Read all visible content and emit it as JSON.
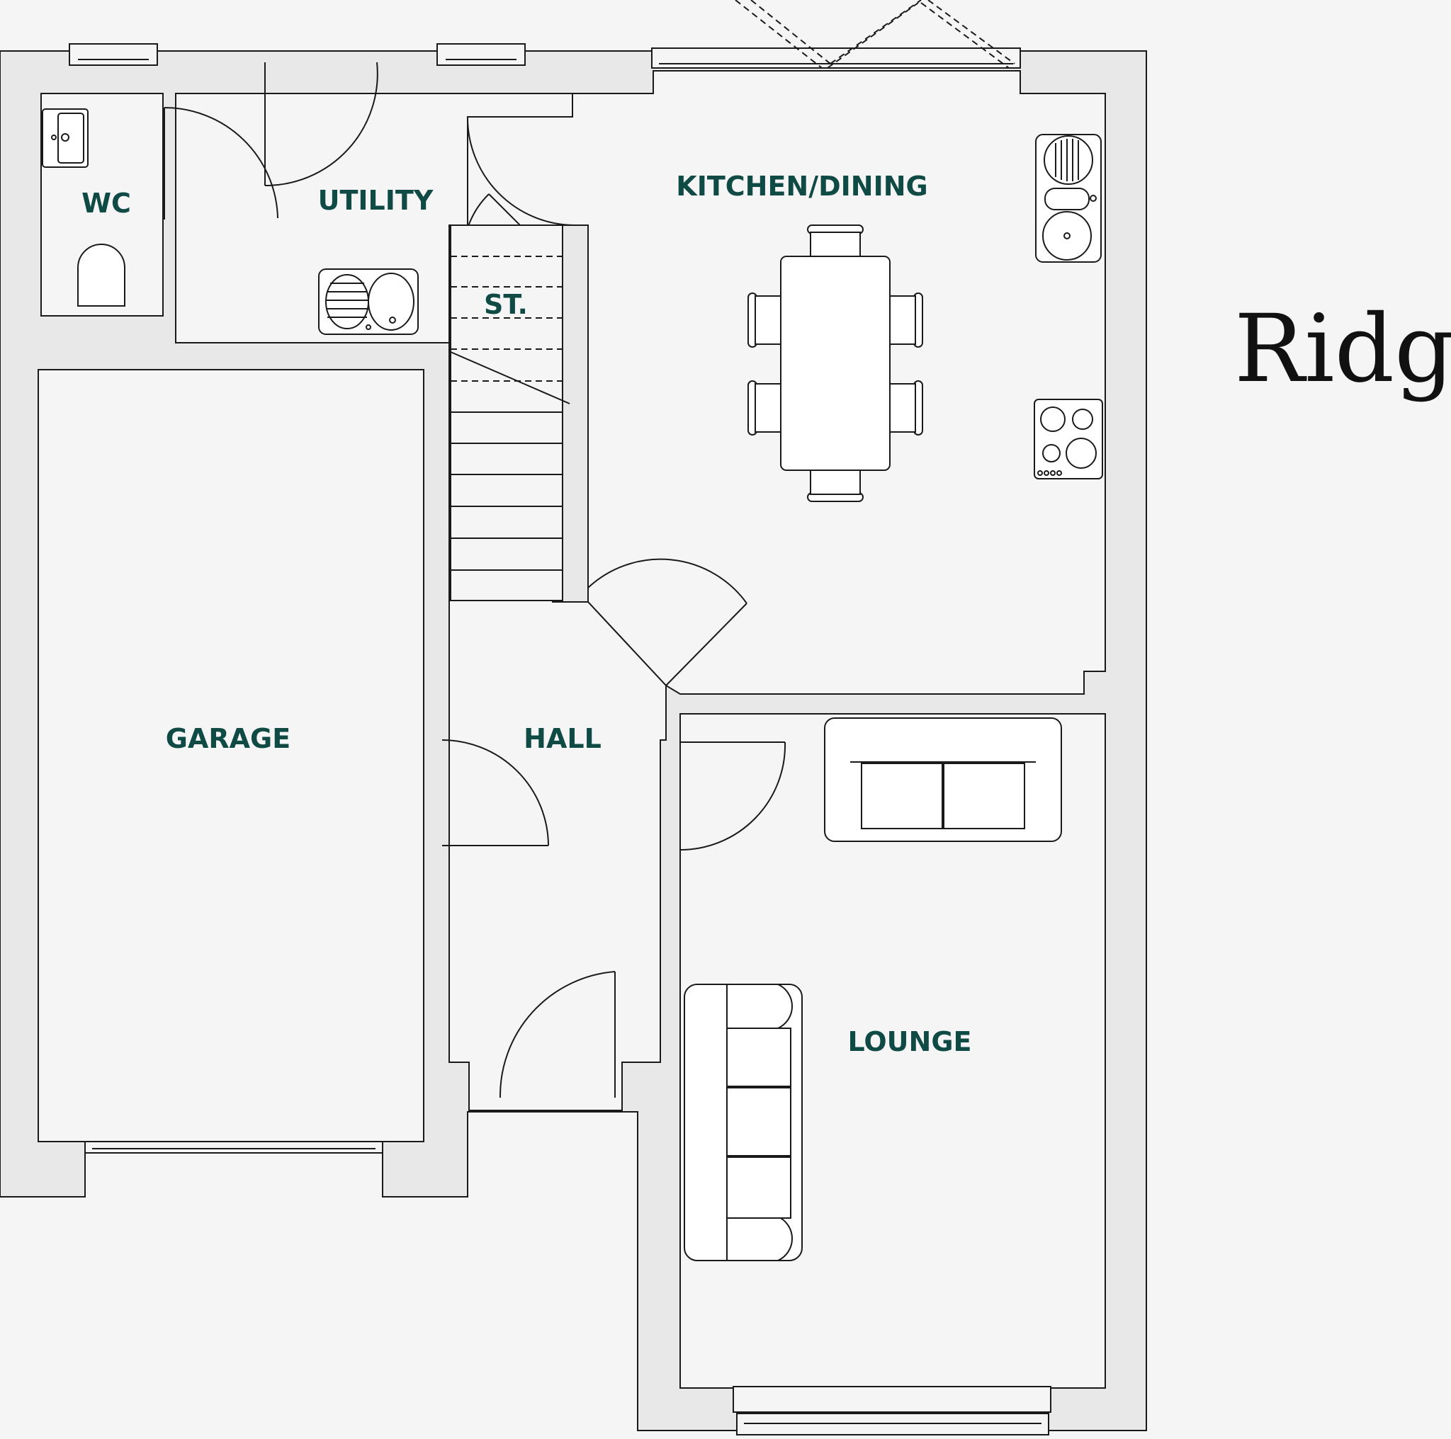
{
  "brand": "Ridge",
  "rooms": {
    "wc": "WC",
    "utility": "UTILITY",
    "kitchen": "KITCHEN/DINING",
    "store": "ST.",
    "garage": "GARAGE",
    "hall": "HALL",
    "lounge": "LOUNGE"
  },
  "colors": {
    "label": "#0f4a45",
    "wall_fill": "#e8e8e8",
    "background": "#f5f5f5"
  }
}
